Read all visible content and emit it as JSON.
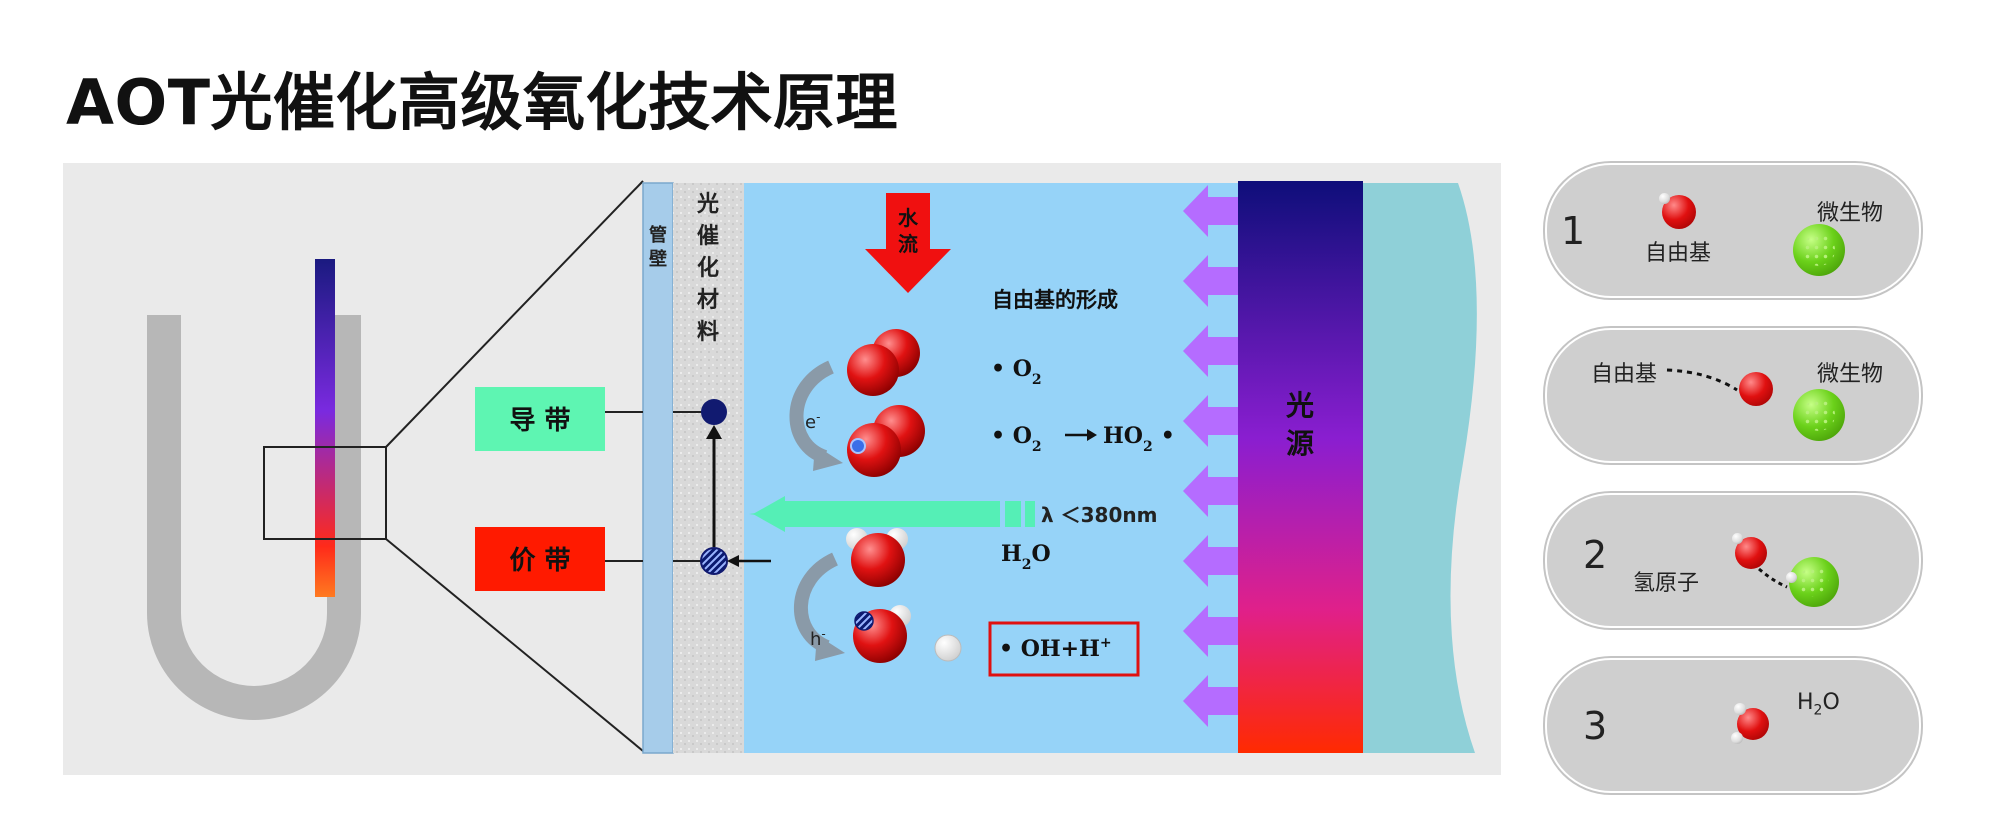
{
  "title": "AOT光催化高级氧化技术原理",
  "diagram": {
    "wall_label": "管壁",
    "catalyst_label": "光催化材料",
    "water_flow_label": "水流",
    "conduction_band": "导 带",
    "valence_band": "价 带",
    "radical_formation": "自由基的形成",
    "electron": "e",
    "electron_sup": "-",
    "hole": "h",
    "hole_sup": "-",
    "o2": "• O",
    "o2_sub": "2",
    "o2_reaction_left": "• O",
    "o2_reaction_left_sub": "2",
    "o2_reaction_right": "HO",
    "o2_reaction_right_sub": "2",
    "o2_reaction_dot": "•",
    "wavelength": "λ ＜380nm",
    "h2o_h": "H",
    "h2o_sub": "2",
    "h2o_o": "O",
    "oh_label": "• OH+H",
    "oh_sup": "+",
    "light_source": "光源"
  },
  "steps": [
    {
      "number": "1",
      "radical": "自由基",
      "microbe": "微生物"
    },
    {
      "number": "",
      "radical": "自由基",
      "microbe": "微生物"
    },
    {
      "number": "2",
      "hydrogen": "氢原子"
    },
    {
      "number": "3",
      "h2o_h": "H",
      "h2o_sub": "2",
      "h2o_o": "O"
    }
  ],
  "colors": {
    "water": "#96d3f8",
    "band_green": "#5ef5b2",
    "band_red": "#ff1a00",
    "arrow_purple": "#b56cff",
    "light_top": "#101080",
    "light_bottom": "#ff2a00",
    "wall": "#a6ccea",
    "pipe": "#b7b7b7"
  }
}
